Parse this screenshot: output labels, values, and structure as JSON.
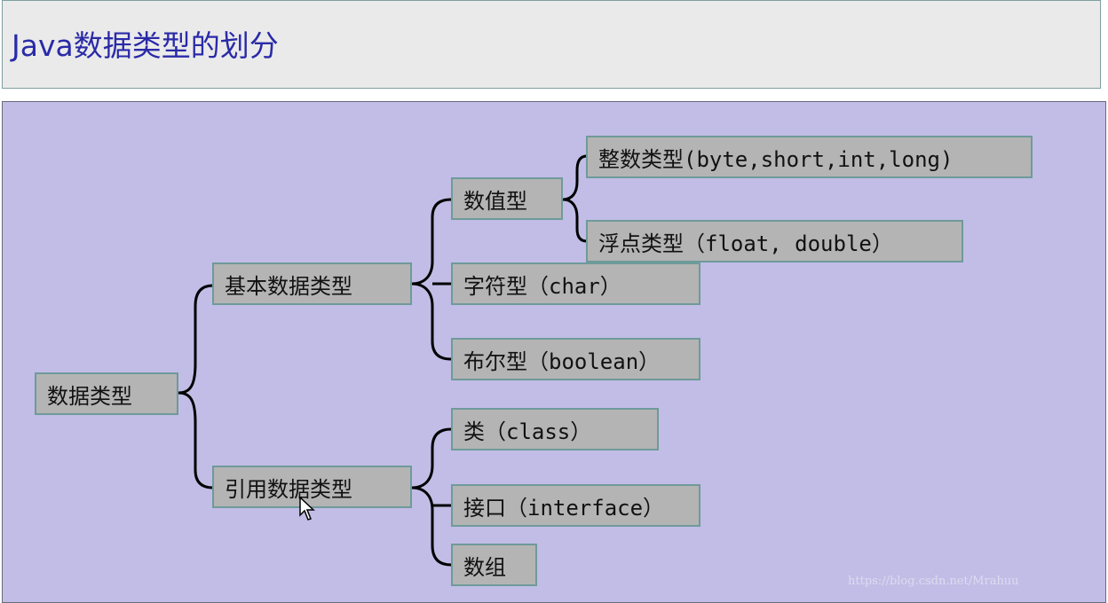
{
  "title": "Java数据类型的划分",
  "nodes": {
    "root": "数据类型",
    "primitive": "基本数据类型",
    "reference": "引用数据类型",
    "numeric": "数值型",
    "char": "字符型（char）",
    "boolean": "布尔型（boolean）",
    "integer": "整数类型(byte,short,int,long)",
    "float": "浮点类型（float, double）",
    "class": "类（class）",
    "interface": "接口（interface）",
    "array": "数组"
  },
  "watermark": "https://blog.csdn.net/Mrahuu",
  "colors": {
    "panel_bg": "#c1bde6",
    "node_bg": "#b4b4b4",
    "node_border": "#6f9a9a",
    "title_color": "#2a2aa8"
  }
}
